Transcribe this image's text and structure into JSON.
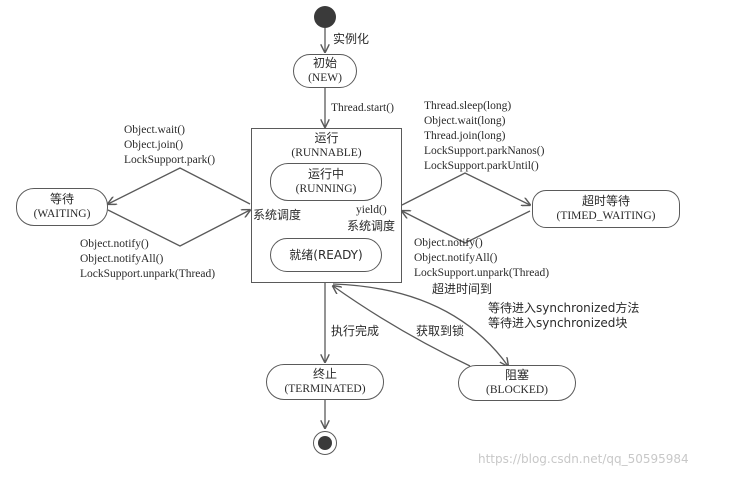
{
  "states": {
    "new": {
      "zh": "初始",
      "en": "(NEW)"
    },
    "runnable": {
      "zh": "运行",
      "en": "(RUNNABLE)"
    },
    "running": {
      "zh": "运行中",
      "en": "(RUNNING)"
    },
    "ready": {
      "zh": "就绪(READY)"
    },
    "waiting": {
      "zh": "等待",
      "en": "(WAITING)"
    },
    "timed_waiting": {
      "zh": "超时等待",
      "en": "(TIMED_WAITING)"
    },
    "terminated": {
      "zh": "终止",
      "en": "(TERMINATED)"
    },
    "blocked": {
      "zh": "阻塞",
      "en": "(BLOCKED)"
    }
  },
  "transitions": {
    "instantiate": "实例化",
    "thread_start": "Thread.start()",
    "to_waiting": [
      "Object.wait()",
      "Object.join()",
      "LockSupport.park()"
    ],
    "from_waiting": [
      "Object.notify()",
      "Object.notifyAll()",
      "LockSupport.unpark(Thread)"
    ],
    "to_timed_waiting": [
      "Thread.sleep(long)",
      "Object.wait(long)",
      "Thread.join(long)",
      "LockSupport.parkNanos()",
      "LockSupport.parkUntil()"
    ],
    "from_timed_waiting": [
      "Object.notify()",
      "Object.notifyAll()",
      "LockSupport.unpark(Thread)"
    ],
    "timeout": "超进时间到",
    "system_schedule_left": "系统调度",
    "yield": "yield()",
    "system_schedule_right": "系统调度",
    "execution_complete": "执行完成",
    "acquire_lock": "获取到锁",
    "wait_sync": [
      "等待进入synchronized方法",
      "等待进入synchronized块"
    ]
  },
  "watermark": "https://blog.csdn.net/qq_50595984",
  "colors": {
    "line": "#5a5a5a",
    "dot": "#3a3a3a",
    "text": "#2a2a2a"
  }
}
